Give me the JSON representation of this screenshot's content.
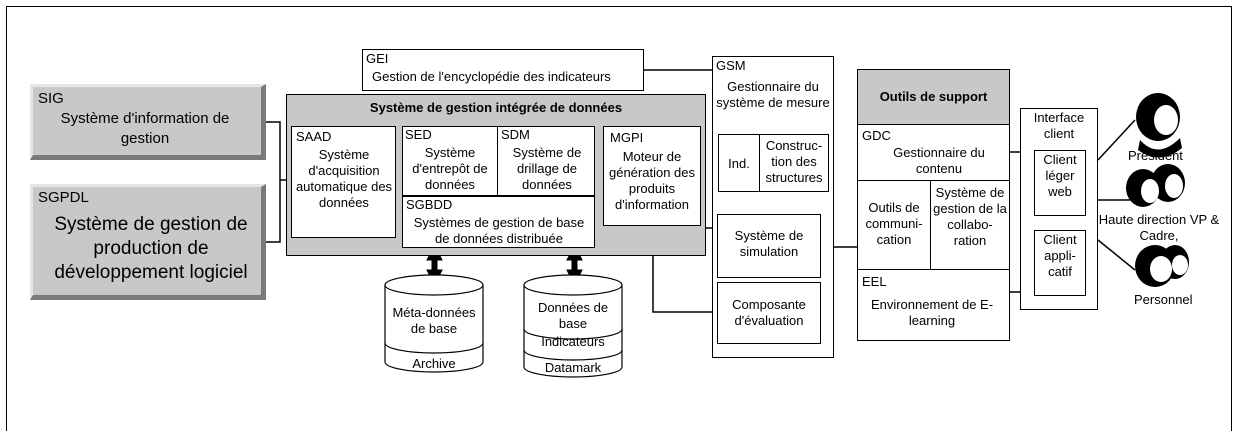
{
  "sig": {
    "abbr": "SIG",
    "title": "Système d'information de gestion"
  },
  "sgpdl": {
    "abbr": "SGPDL",
    "title": "Système de gestion de production de développement logiciel"
  },
  "gei": {
    "abbr": "GEI",
    "title": "Gestion de l'encyclopédie des indicateurs"
  },
  "sgid": {
    "title": "Système de gestion intégrée de données"
  },
  "saad": {
    "abbr": "SAAD",
    "title": "Système d'acquisition automatique des données"
  },
  "sed": {
    "abbr": "SED",
    "title": "Système d'entrepôt de données"
  },
  "sdm": {
    "abbr": "SDM",
    "title": "Système de drillage de données"
  },
  "mgpi": {
    "abbr": "MGPI",
    "title": "Moteur de génération des produits d'information"
  },
  "sgbdd": {
    "abbr": "SGBDD",
    "title": "Systèmes de gestion de base de données distribuée"
  },
  "db1": {
    "top": "Méta-données de base",
    "bottom": "Archive"
  },
  "db2": {
    "top": "Données de base",
    "middle": "Indicateurs",
    "bottom": "Datamark"
  },
  "gsm": {
    "abbr": "GSM",
    "title": "Gestionnaire du système de mesure",
    "ind": "Ind.",
    "construction": "Construc- tion des structures",
    "simulation": "Système de simulation",
    "evaluation": "Composante d'évaluation"
  },
  "outils": {
    "title": "Outils de support",
    "gdc_abbr": "GDC",
    "gdc_title": "Gestionnaire du contenu",
    "communication": "Outils de communi- cation",
    "collaboration": "Système de gestion de la collabo- ration",
    "eel_abbr": "EEL",
    "eel_title": "Environnement de E- learning"
  },
  "interface": {
    "title": "Interface client",
    "leger": "Client léger web",
    "applicatif": "Client appli- catif"
  },
  "users": {
    "president": "Président",
    "direction": "Haute direction VP & Cadre,",
    "personnel": "Personnel"
  }
}
